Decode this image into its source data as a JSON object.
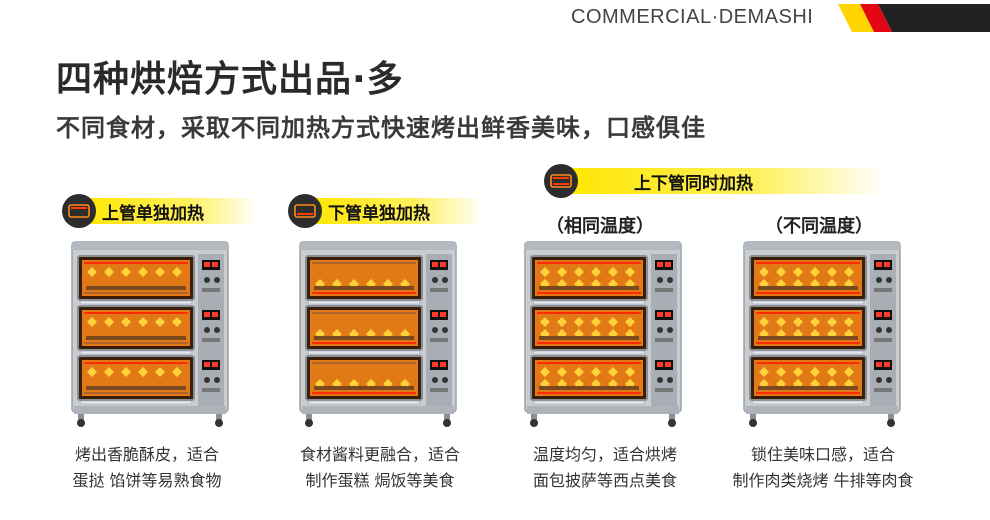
{
  "brand": {
    "name": "COMMERCIAL·DEMASHI",
    "stripe_colors": [
      "#ffd400",
      "#e30613",
      "#222222"
    ]
  },
  "title": "四种烘焙方式出品·多",
  "subtitle": "不同食材，采取不同加热方式快速烤出鲜香美味，口感俱佳",
  "icons": {
    "heater": "heater-icon"
  },
  "colors": {
    "accent": "#ffe600",
    "heat": "#ff6a00",
    "dark": "#2d2d2d"
  },
  "modes": [
    {
      "label": "上管单独加热",
      "sub": "",
      "caption": [
        "烤出香脆酥皮，适合",
        "蛋挞 馅饼等易熟食物"
      ]
    },
    {
      "label": "下管单独加热",
      "sub": "",
      "caption": [
        "食材酱料更融合，适合",
        "制作蛋糕 焗饭等美食"
      ]
    },
    {
      "label": "上下管同时加热",
      "sub": "（相同温度）",
      "caption": [
        "温度均匀，适合烘烤",
        "面包披萨等西点美食"
      ]
    },
    {
      "label": "",
      "sub": "（不同温度）",
      "caption": [
        "锁住美味口感，适合",
        "制作肉类烧烤 牛排等肉食"
      ]
    }
  ]
}
